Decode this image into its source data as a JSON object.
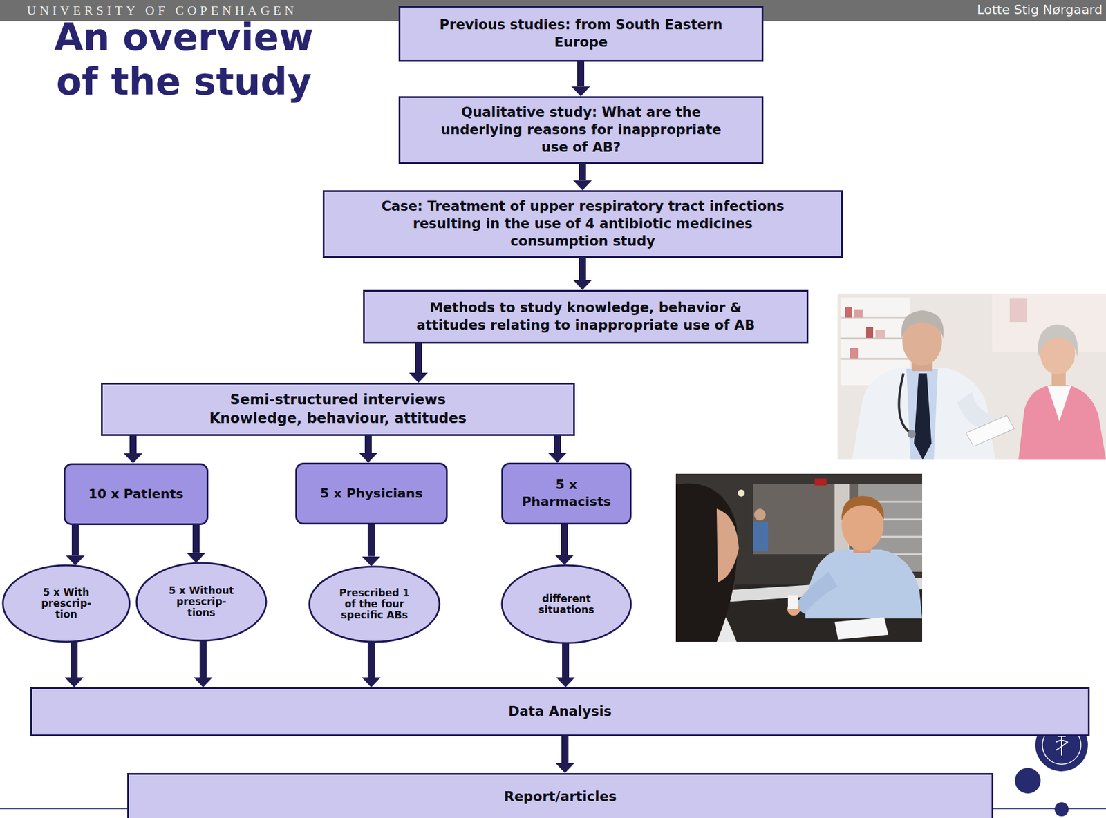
{
  "diagram": {
    "title": "An overview of the study",
    "nodes": [
      {
        "text": [
          "Previous studies: from South Eastern Europe"
        ]
      },
      {
        "text": [
          "Qualitative study: What are the underlying reasons for inappropriate use of AB?"
        ]
      },
      {
        "text": [
          "Case: Treatment of upper respiratory tract infections resulting in the use of 4 antibiotic medicines consumption study"
        ]
      },
      {
        "text": [
          "Methods to study knowledge, behavior & attitudes relating to inappropriate use of AB"
        ]
      },
      {
        "text": [
          "Semi-structured interviews",
          "Knowledge, behaviour, attitudes"
        ]
      },
      {
        "text": [
          "10 x Patients"
        ]
      },
      {
        "text": [
          "5 x Physicians"
        ]
      },
      {
        "text": [
          "5 x Pharmacists"
        ]
      },
      {
        "text": [
          "5 x With prescrip- tion"
        ]
      },
      {
        "text": [
          "5 x Without prescrip- tions"
        ]
      },
      {
        "text": [
          "Prescribed 1 of the four specific ABs"
        ]
      },
      {
        "text": [
          "different situations"
        ]
      },
      {
        "text": [
          "Data Analysis"
        ]
      },
      {
        "text": [
          "Report/articles"
        ]
      }
    ],
    "edges": [
      {
        "from": 0,
        "to": 1,
        "arrow": "to"
      },
      {
        "from": 1,
        "to": 2,
        "arrow": "to"
      },
      {
        "from": 2,
        "to": 3,
        "arrow": "to"
      },
      {
        "from": 3,
        "to": 4,
        "arrow": "to"
      },
      {
        "from": 4,
        "to": 5,
        "arrow": "to"
      },
      {
        "from": 4,
        "to": 6,
        "arrow": "to"
      },
      {
        "from": 4,
        "to": 7,
        "arrow": "to"
      },
      {
        "from": 5,
        "to": 8,
        "arrow": "to"
      },
      {
        "from": 5,
        "to": 9,
        "arrow": "to"
      },
      {
        "from": 6,
        "to": 10,
        "arrow": "to"
      },
      {
        "from": 7,
        "to": 11,
        "arrow": "to"
      },
      {
        "from": 8,
        "to": 12,
        "arrow": "to"
      },
      {
        "from": 9,
        "to": 12,
        "arrow": "to"
      },
      {
        "from": 10,
        "to": 12,
        "arrow": "to"
      },
      {
        "from": 11,
        "to": 12,
        "arrow": "to"
      },
      {
        "from": 12,
        "to": 13,
        "arrow": "to"
      }
    ],
    "labels": [
      "UNIVERSITY OF COPENHAGEN",
      "Lotte Stig Nørgaard"
    ]
  }
}
